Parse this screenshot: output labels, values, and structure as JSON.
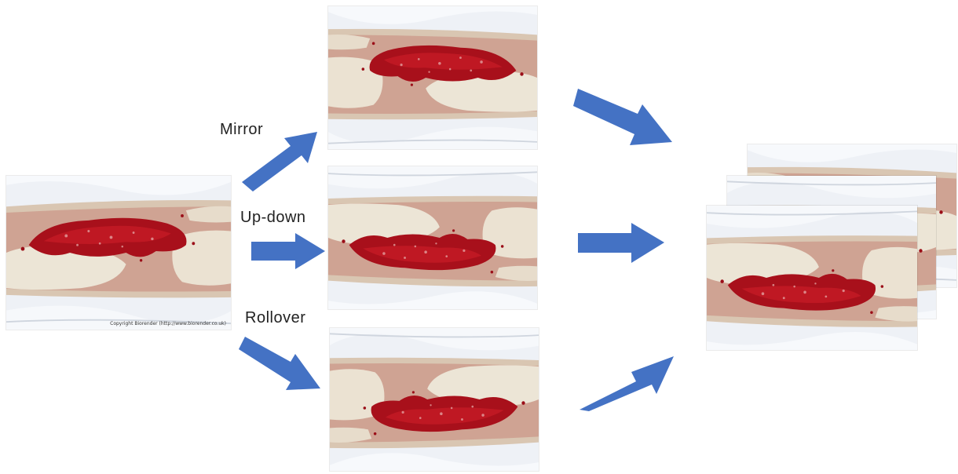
{
  "labels": {
    "mirror": "Mirror",
    "updown": "Up-down",
    "rollover": "Rollover"
  },
  "captions": {
    "original": "Copyright Biorender (http://www.biorender.co.uk)"
  },
  "colors": {
    "arrow": "#4472c4",
    "wound": "#b0121d",
    "skin": "#e6dcc9",
    "background_cloth": "#eef1f6"
  }
}
